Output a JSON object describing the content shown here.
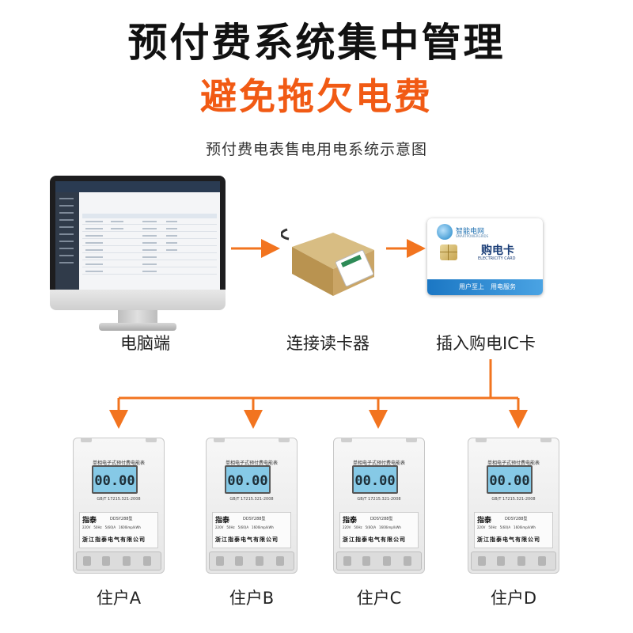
{
  "header": {
    "title": "预付费系统集中管理",
    "subtitle": "避免拖欠电费",
    "caption": "预付费电表售电用电系统示意图"
  },
  "colors": {
    "accent": "#f15a14",
    "arrow": "#f2741f"
  },
  "flow": {
    "computer_label": "电脑端",
    "reader_label": "连接读卡器",
    "card_label": "插入购电IC卡"
  },
  "card": {
    "brand": "智能电网",
    "brand_en": "SMARTPOWERGRIDS",
    "name": "购电卡",
    "name_en": "ELECTRICITY CARD",
    "slogan": "用户至上　用电服务"
  },
  "meters": [
    {
      "label": "住户A",
      "reading": "00.00"
    },
    {
      "label": "住户B",
      "reading": "00.00"
    },
    {
      "label": "住户C",
      "reading": "00.00"
    },
    {
      "label": "住户D",
      "reading": "00.00"
    }
  ],
  "meter_plate": {
    "title": "单相电子式预付费电能表",
    "standard": "GB/T 17215.321-2008",
    "brand": "指泰",
    "model": "DDSY288型",
    "spec": "220V　50Hz　5(60)A　1600imp/kWh",
    "company": "浙江指泰电气有限公司"
  }
}
